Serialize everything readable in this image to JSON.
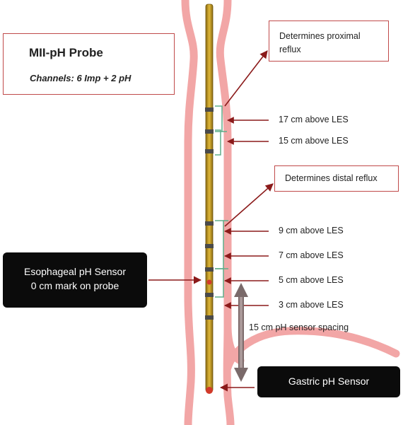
{
  "title_box": {
    "title": "MII-pH Probe",
    "subtitle": "Channels: 6 Imp + 2 pH"
  },
  "callouts": {
    "proximal": "Determines proximal reflux",
    "distal": "Determines distal reflux"
  },
  "sensor_labels": [
    "17 cm above LES",
    "15 cm above LES",
    "9 cm above LES",
    "7 cm above LES",
    "5 cm above LES",
    "3 cm above LES"
  ],
  "spacing_label": "15 cm pH sensor spacing",
  "esophageal_sensor": {
    "line1": "Esophageal pH Sensor",
    "line2": "0 cm mark on probe"
  },
  "gastric_sensor": "Gastric pH Sensor",
  "colors": {
    "esophagus": "#f2a6a6",
    "probe": "#c9a227",
    "arrow": "#8b1a1a",
    "bracket": "#5fae8a",
    "box_border": "#c04a4a"
  }
}
